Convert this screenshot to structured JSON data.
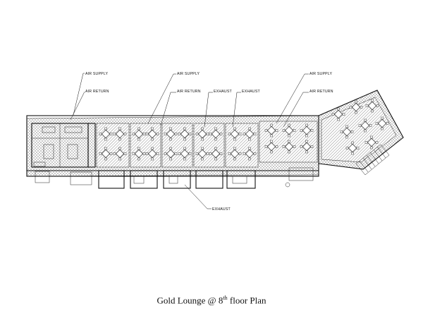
{
  "caption": {
    "main": "Gold Lounge @ 8",
    "sup": "th",
    "rest": " floor Plan"
  },
  "labels": {
    "air_supply": "AIR SUPPLY",
    "air_return": "AIR RETURN",
    "exhaust": "EXHAUST"
  }
}
